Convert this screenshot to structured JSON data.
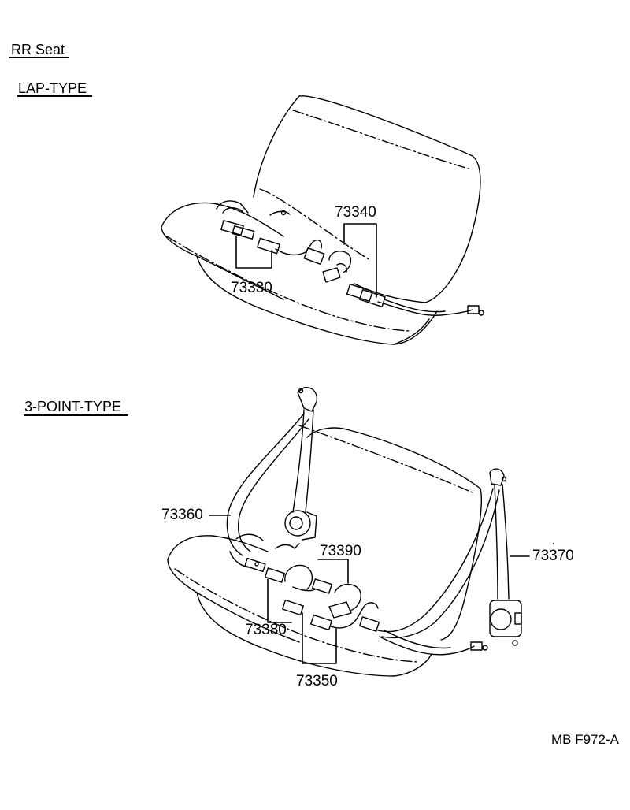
{
  "title": "RR Seat",
  "sections": {
    "lap_type": {
      "heading": "LAP-TYPE",
      "parts": {
        "a": "73340",
        "b": "73330"
      }
    },
    "three_point_type": {
      "heading": "3-POINT-TYPE",
      "parts": {
        "a": "73360",
        "b": "73390",
        "c": "73370",
        "d": "73380",
        "e": "73350"
      }
    }
  },
  "figure_code": "MB F972-A"
}
